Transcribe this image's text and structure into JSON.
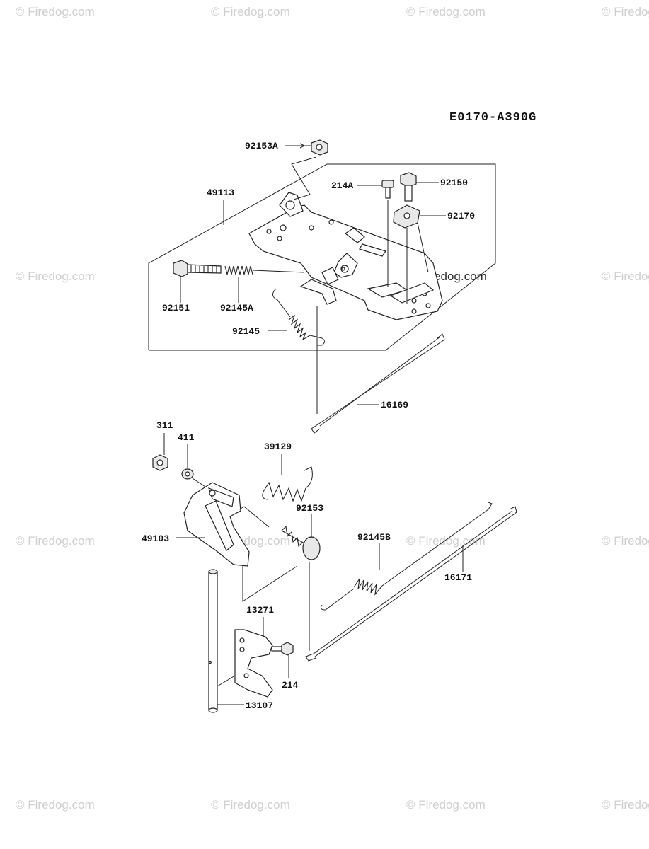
{
  "diagram_code": "E0170-A390G",
  "watermark": "© Firedog.com",
  "watermark_center": "© Firedog.com",
  "labels": {
    "p92153A": "92153A",
    "p49113": "49113",
    "p214A": "214A",
    "p92150": "92150",
    "p92170": "92170",
    "p92151": "92151",
    "p92145A": "92145A",
    "p92145": "92145",
    "p16169": "16169",
    "p311": "311",
    "p411": "411",
    "p39129": "39129",
    "p92153": "92153",
    "p49103": "49103",
    "p92145B": "92145B",
    "p16171": "16171",
    "p13271": "13271",
    "p214": "214",
    "p13107": "13107"
  }
}
